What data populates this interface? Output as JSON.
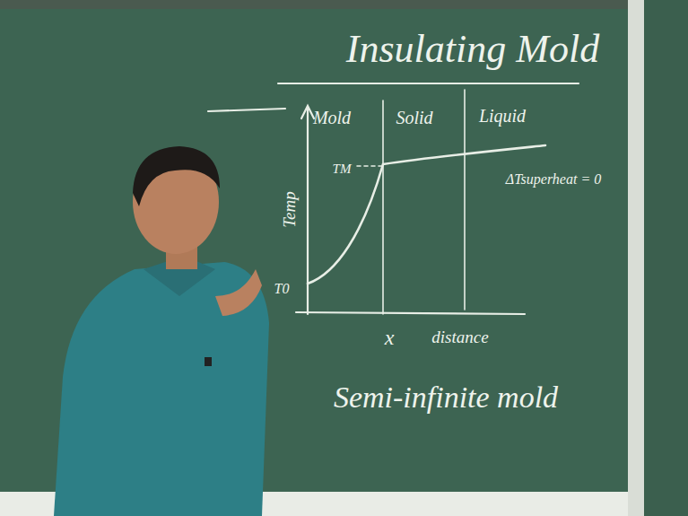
{
  "diagram": {
    "title": "Insulating Mold",
    "labels": [
      "Mold",
      "Solid",
      "Liquid",
      "Temp",
      "TM",
      "T0",
      "ΔTsuperheat = 0",
      "x",
      "distance",
      "Semi-infinite mold"
    ]
  }
}
